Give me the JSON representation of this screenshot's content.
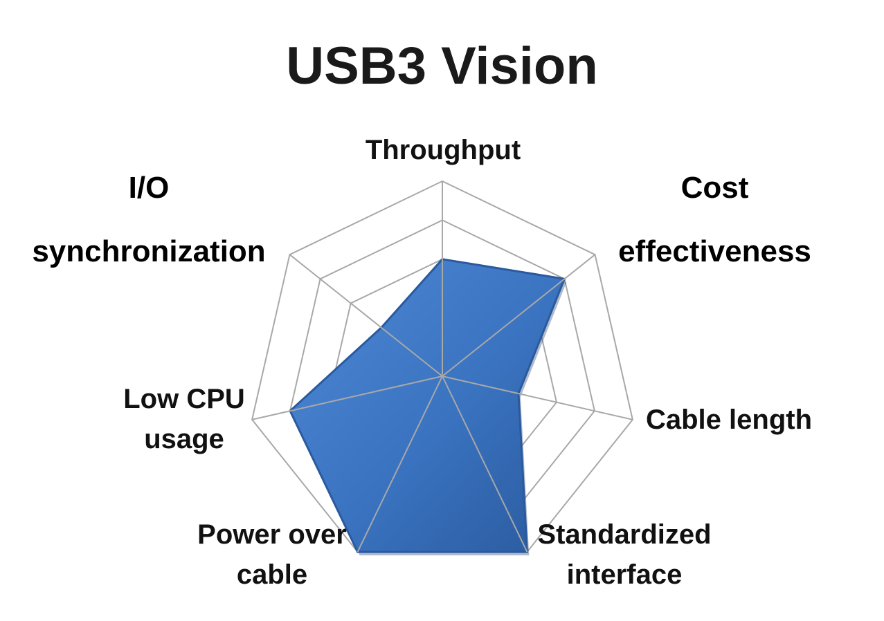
{
  "chart_data": {
    "type": "radar",
    "title": "USB3 Vision",
    "axes": [
      "Throughput",
      "Cost effectiveness",
      "Cable length",
      "Standardized interface",
      "Power over cable",
      "Low CPU usage",
      "I/O synchronization"
    ],
    "axis_labels": {
      "throughput": "Throughput",
      "cost": [
        "Cost",
        "effectiveness"
      ],
      "cable_length": "Cable length",
      "standardized": [
        "Standardized",
        "interface"
      ],
      "power": [
        "Power over",
        "cable"
      ],
      "cpu": [
        "Low CPU",
        "usage"
      ],
      "io": [
        "I/O",
        "synchronization"
      ]
    },
    "series": [
      {
        "values": [
          3,
          4,
          2,
          5,
          5,
          4,
          2
        ]
      }
    ],
    "rmax": 5,
    "gridlines": 5,
    "colors": {
      "fill": "#3a73c0",
      "fill_dark": "#2a5a9e",
      "grid": "#a8a8a8"
    }
  }
}
